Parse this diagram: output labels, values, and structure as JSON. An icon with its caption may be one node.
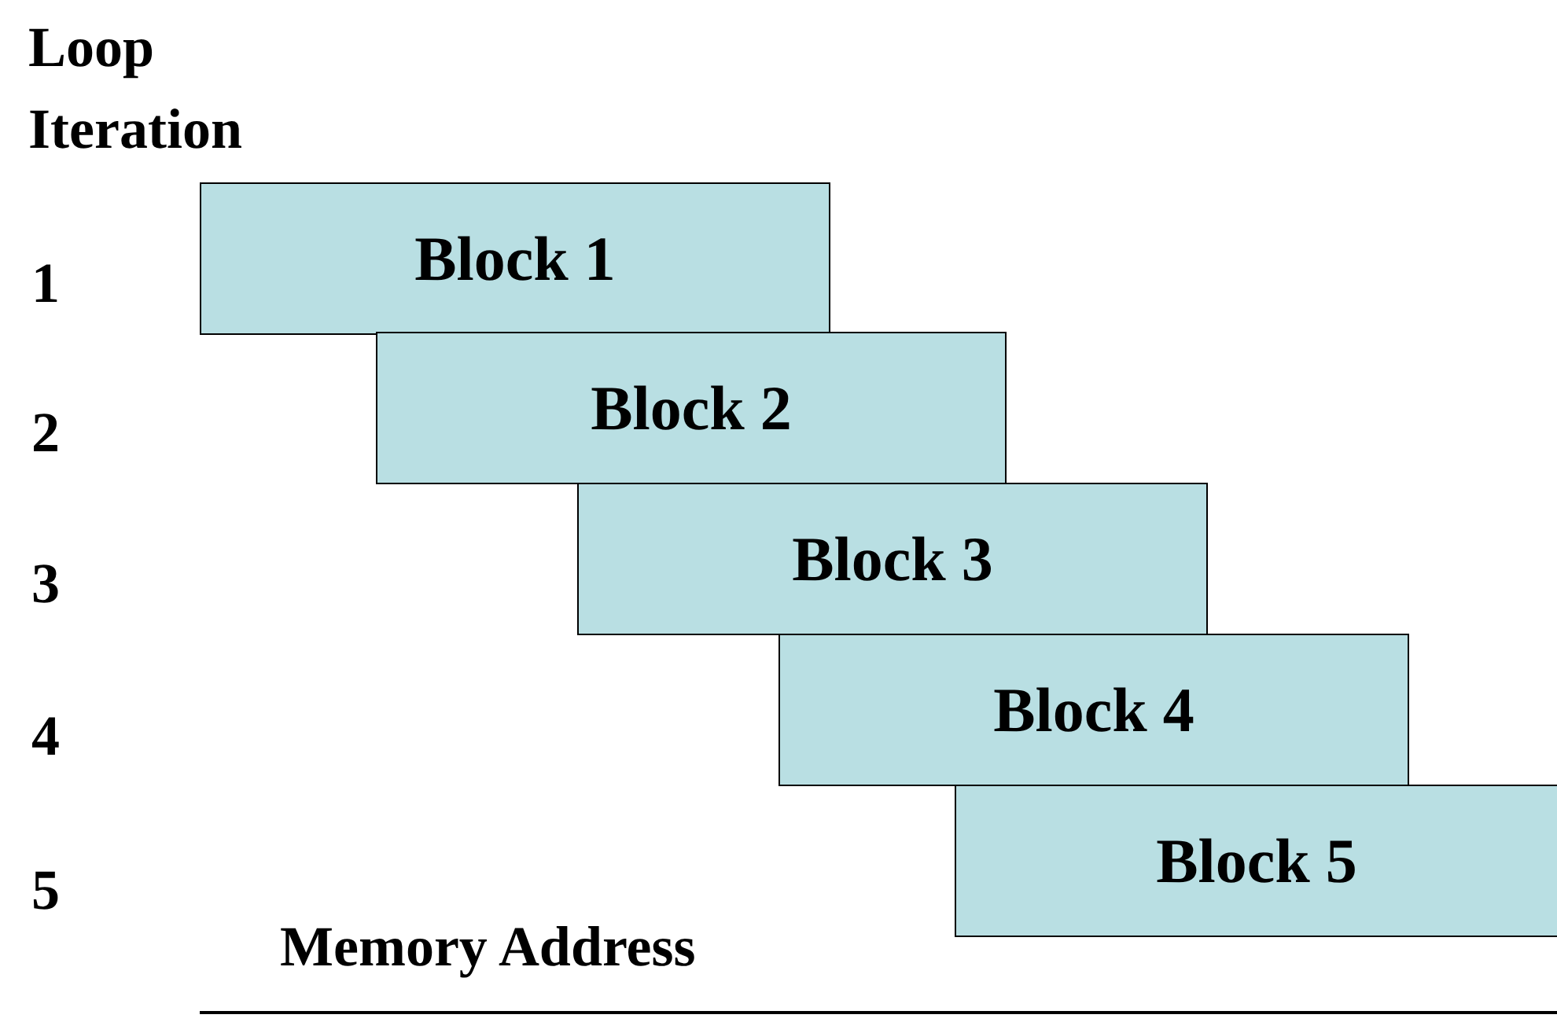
{
  "diagram": {
    "nodes": [
      {
        "text": [
          "Block 1"
        ]
      },
      {
        "text": [
          "Block 2"
        ]
      },
      {
        "text": [
          "Block 3"
        ]
      },
      {
        "text": [
          "Block 4"
        ]
      },
      {
        "text": [
          "Block 5"
        ]
      }
    ],
    "labels": [
      "Loop Iteration",
      "1",
      "2",
      "3",
      "4",
      "5",
      "Memory Address"
    ]
  }
}
